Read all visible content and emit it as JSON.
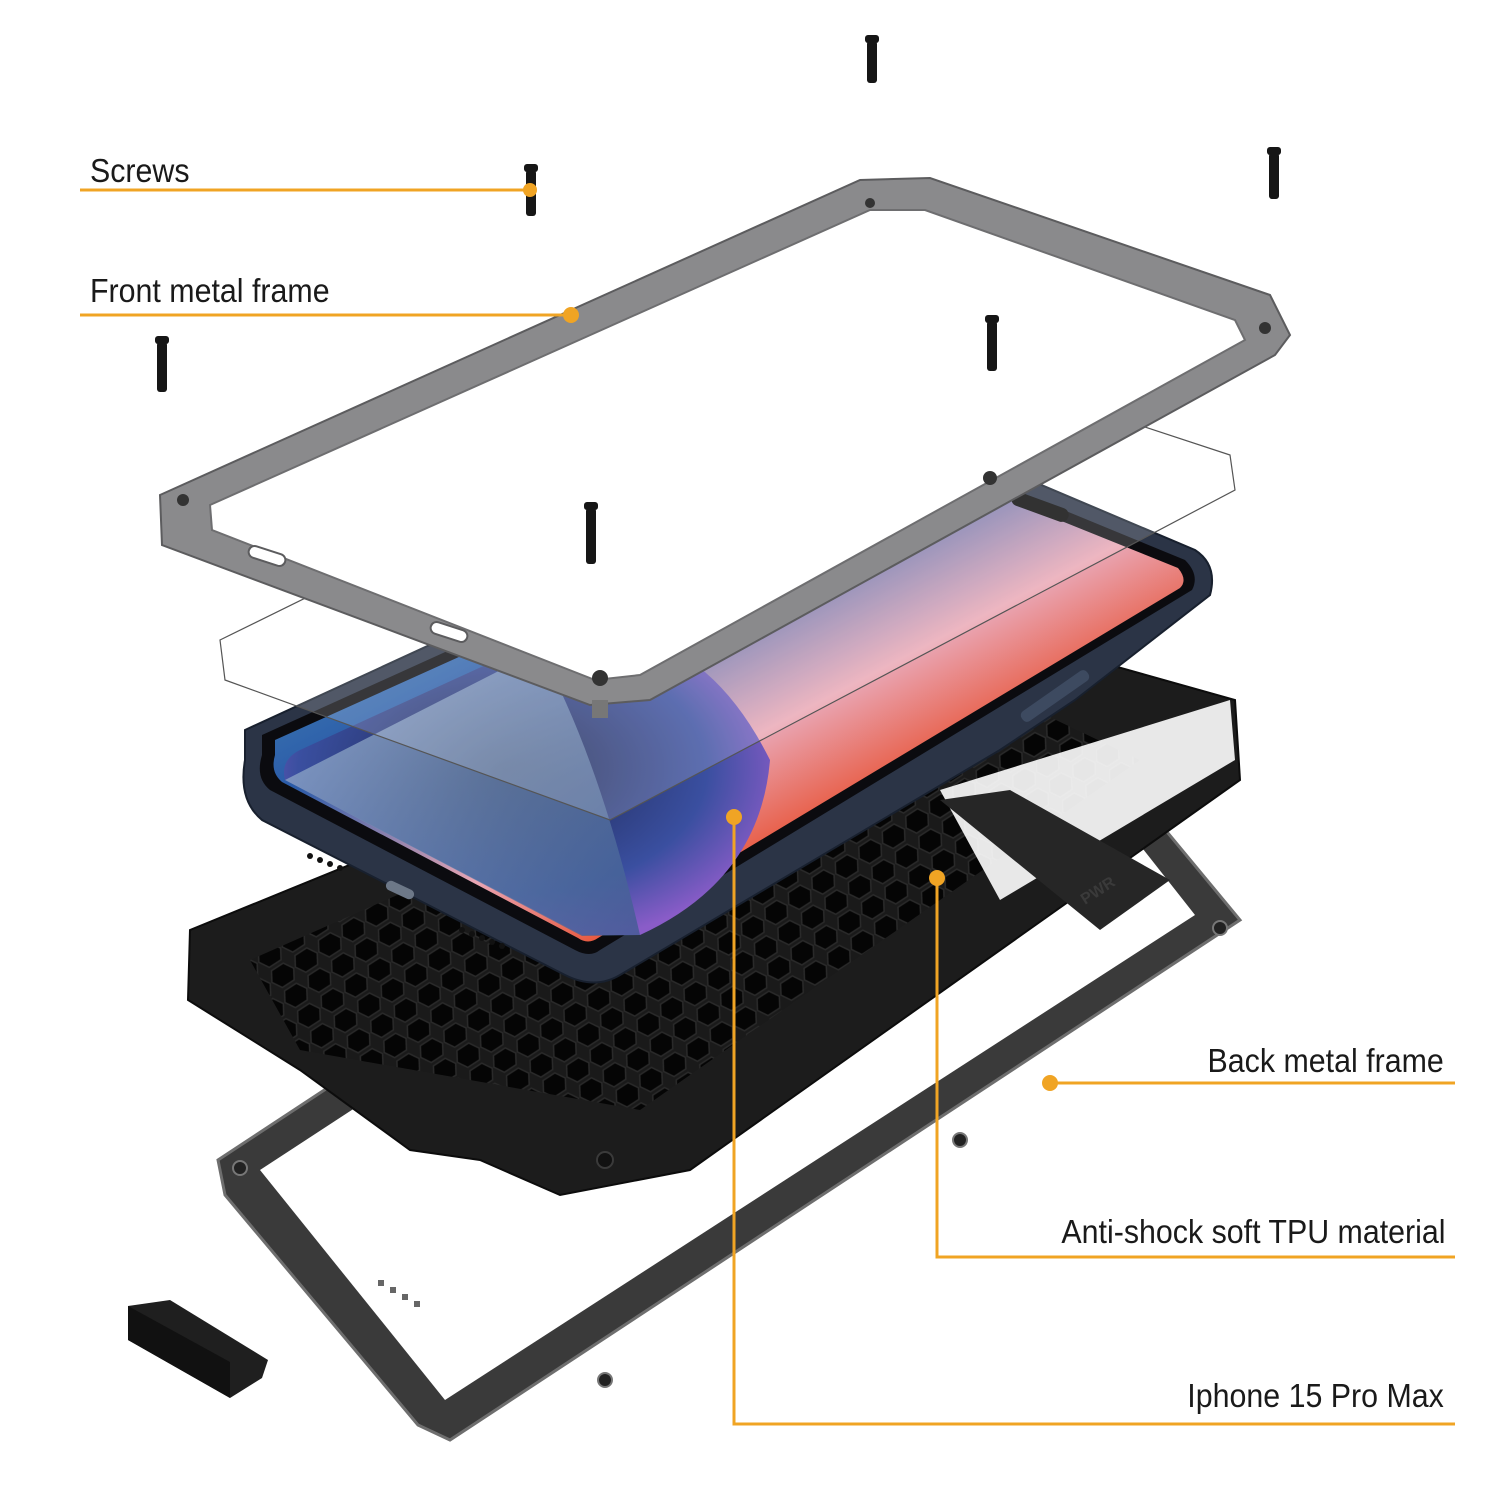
{
  "diagram": {
    "accent_color": "#f0a424",
    "callouts": [
      {
        "id": "screws",
        "label": "Screws",
        "side": "left"
      },
      {
        "id": "front-frame",
        "label": "Front metal frame",
        "side": "left"
      },
      {
        "id": "back-frame",
        "label": "Back metal frame",
        "side": "right"
      },
      {
        "id": "tpu",
        "label": "Anti-shock soft TPU material",
        "side": "right"
      },
      {
        "id": "phone",
        "label": "Iphone 15 Pro Max",
        "side": "right"
      }
    ],
    "components": {
      "frame_color": "#8a8a8c",
      "tpu_color": "#1c1c1c",
      "back_frame_color": "#3a3a3a",
      "phone_body_color": "#2b3446",
      "embossed_text": "PWR"
    }
  }
}
